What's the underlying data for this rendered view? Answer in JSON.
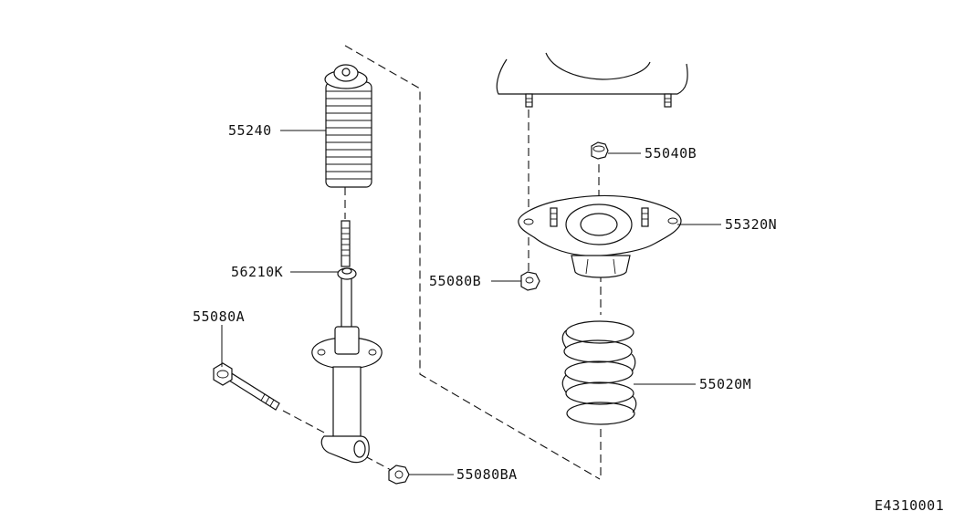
{
  "diagram": {
    "code": "E4310001",
    "parts": {
      "bump_boot": "55240",
      "rubber_bushing": "56210K",
      "shock_bolt": "55080A",
      "shock_nut": "55080BA",
      "upper_nut": "55040B",
      "mount_nut": "55080B",
      "strut_mount": "55320N",
      "coil_spring": "55020M"
    }
  }
}
